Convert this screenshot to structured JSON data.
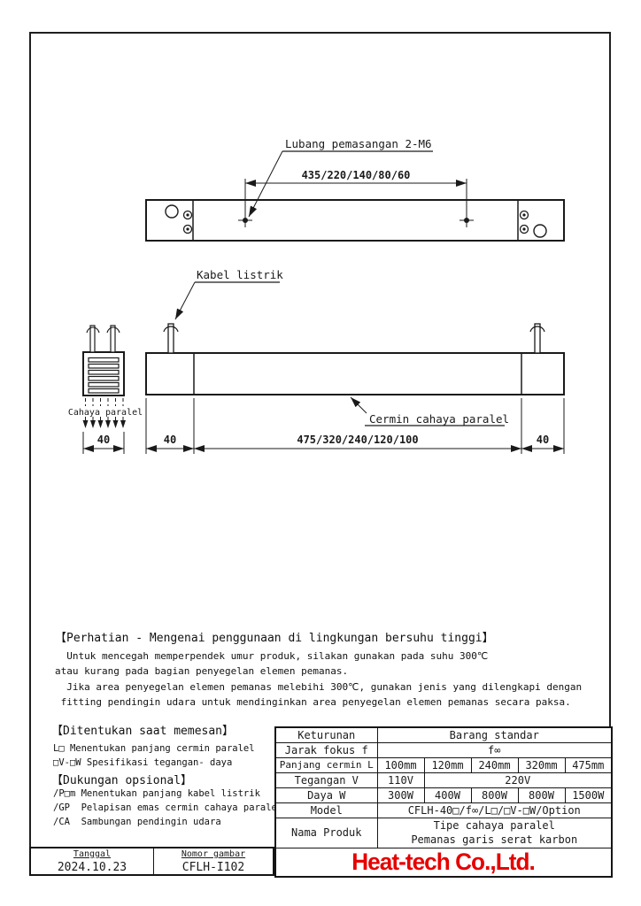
{
  "colors": {
    "line": "#1a1a1a",
    "logo_red": "#e60000"
  },
  "drawing": {
    "top_view": {
      "hole_label": "Lubang pemasangan 2-M6",
      "pitch_dim": "435/220/140/80/60"
    },
    "side_view": {
      "cable_label": "Kabel listrik",
      "mirror_label": "Cermin cahaya paralel",
      "left_dim": "40",
      "length_dim": "475/320/240/120/100",
      "right_dim": "40"
    },
    "end_view": {
      "light_label": "Cahaya paralel",
      "width_dim": "40"
    }
  },
  "notice": {
    "title": "【Perhatian - Mengenai penggunaan di lingkungan bersuhu tinggi】",
    "lines": [
      "  Untuk mencegah memperpendek umur produk, silakan gunakan pada suhu 300℃",
      "atau kurang pada bagian penyegelan elemen pemanas.",
      "  Jika area penyegelan elemen pemanas melebihi 300℃, gunakan jenis yang dilengkapi dengan",
      " fitting pendingin udara untuk mendinginkan area penyegelan elemen pemanas secara paksa."
    ]
  },
  "ordering": {
    "title": "【Ditentukan saat memesan】",
    "items": [
      "L□ Menentukan panjang cermin paralel",
      "□V-□W Spesifikasi tegangan- daya"
    ],
    "optional_title": "【Dukungan opsional】",
    "optional_items": [
      "/P□m Menentukan panjang kabel listrik",
      "/GP  Pelapisan emas cermin cahaya paralel",
      "/CA  Sambungan pendingin udara"
    ]
  },
  "spec_table": {
    "lineage_label": "Keturunan",
    "lineage_value": "Barang standar",
    "focus_label": "Jarak fokus f",
    "focus_value": "f∞",
    "mirror_len_label": "Panjang cermin L",
    "mirror_lengths": [
      "100mm",
      "120mm",
      "240mm",
      "320mm",
      "475mm"
    ],
    "voltage_label": "Tegangan V",
    "voltage_110": "110V",
    "voltage_220": "220V",
    "power_label": "Daya W",
    "powers": [
      "300W",
      "400W",
      "800W",
      "800W",
      "1500W"
    ],
    "model_label": "Model",
    "model_value": "CFLH-40□/f∞/L□/□V-□W/Option",
    "product_label": "Nama Produk",
    "product_line1": "Tipe cahaya paralel",
    "product_line2": "Pemanas garis serat karbon"
  },
  "title_block": {
    "date_label": "Tanggal",
    "date_value": "2024.10.23",
    "number_label": "Nomor gambar",
    "number_value": "CFLH-I102"
  },
  "logo": {
    "text": "Heat-tech Co.,Ltd.",
    "color": "#e60000"
  }
}
